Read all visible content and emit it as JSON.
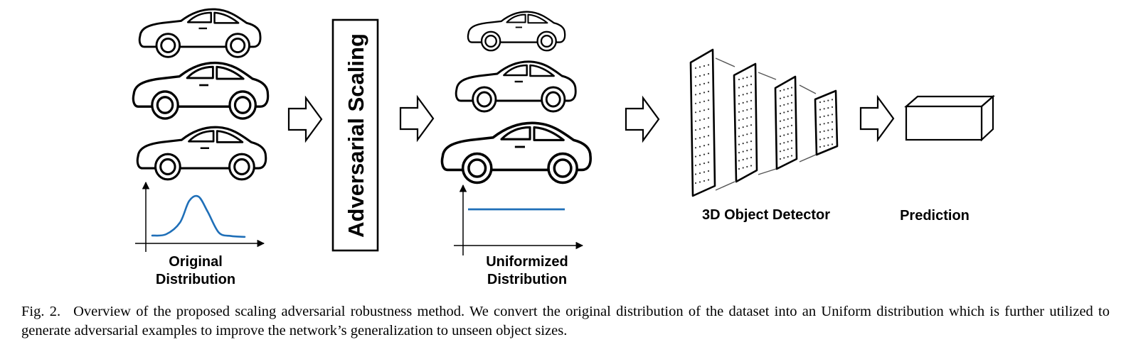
{
  "figure": {
    "adversarial_box_label": "Adversarial Scaling",
    "original_label": [
      "Original",
      "Distribution"
    ],
    "uniformized_label": [
      "Uniformized",
      "Distribution"
    ],
    "detector_label": "3D Object Detector",
    "prediction_label": "Prediction",
    "curve_color": "#1f6fb8",
    "original_curve": {
      "x": [
        0,
        0.15,
        0.3,
        0.4,
        0.5,
        0.6,
        0.72,
        0.85,
        1.0
      ],
      "y": [
        0.05,
        0.08,
        0.35,
        0.85,
        0.95,
        0.6,
        0.12,
        0.04,
        0.02
      ]
    },
    "uniform_level": 0.5
  },
  "caption": {
    "fig_num": "Fig. 2.",
    "text": "Overview of the proposed scaling adversarial robustness method. We convert the original distribution of the dataset into an Uniform distribution which is further utilized to generate adversarial examples to improve the network’s generalization to unseen object sizes."
  }
}
